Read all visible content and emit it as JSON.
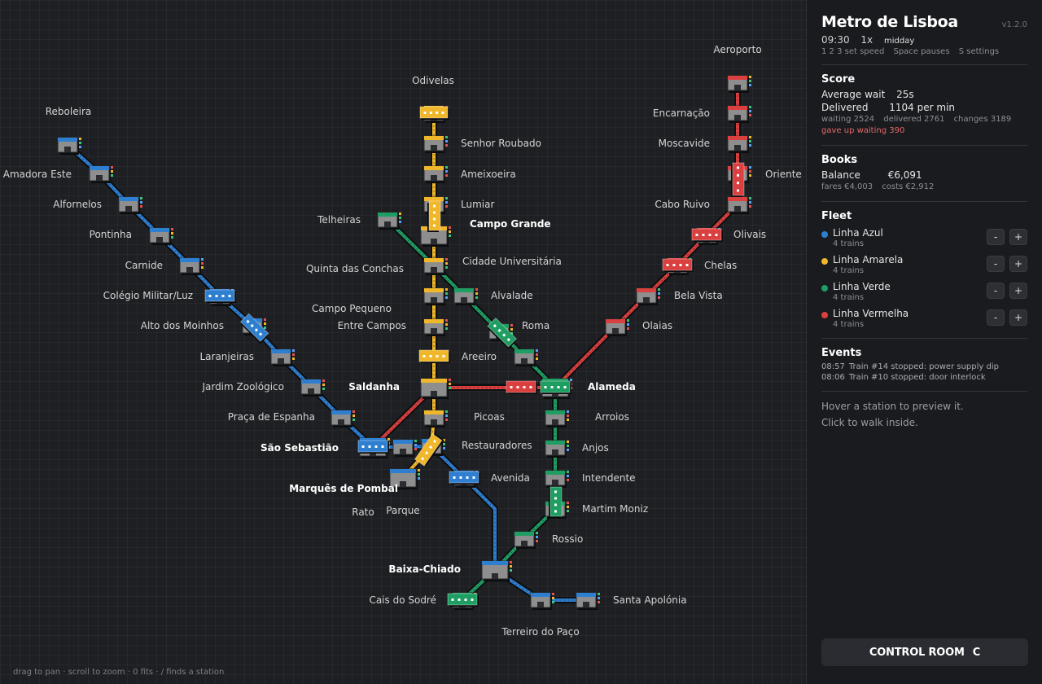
{
  "map": {
    "hint": [
      "drag to pan",
      "scroll to zoom",
      "0 fits",
      "/ finds a station"
    ],
    "colors": {
      "azul": "#2f7fd1",
      "amarela": "#f0b72a",
      "verde": "#1f9e63",
      "vermelha": "#d9403f",
      "station_body": "#8e8e8e",
      "station_roof": "#5a5d63"
    },
    "lines": [
      {
        "id": "azul",
        "stations": [
          "Reboleira",
          "Amadora Este",
          "Alfornelos",
          "Pontinha",
          "Carnide",
          "Colégio Militar/Luz",
          "Alto dos Moinhos",
          "Laranjeiras",
          "Jardim Zoológico",
          "Praça de Espanha",
          "São Sebastião",
          "Parque",
          "Marquês de Pombal",
          "Avenida",
          "Restauradores",
          "Baixa-Chiado",
          "Terreiro do Paço",
          "Santa Apolónia"
        ]
      },
      {
        "id": "amarela",
        "stations": [
          "Odivelas",
          "Senhor Roubado",
          "Ameixoeira",
          "Lumiar",
          "Quinta das Conchas",
          "Campo Grande",
          "Cidade Universitária",
          "Entre Campos",
          "Campo Pequeno",
          "Saldanha",
          "Picoas",
          "Marquês de Pombal",
          "Rato"
        ]
      },
      {
        "id": "verde",
        "stations": [
          "Telheiras",
          "Campo Grande",
          "Alvalade",
          "Roma",
          "Areeiro",
          "Alameda",
          "Arroios",
          "Anjos",
          "Intendente",
          "Martim Moniz",
          "Rossio",
          "Baixa-Chiado",
          "Cais do Sodré"
        ]
      },
      {
        "id": "vermelha",
        "stations": [
          "Aeroporto",
          "Encarnação",
          "Moscavide",
          "Oriente",
          "Cabo Ruivo",
          "Olivais",
          "Chelas",
          "Bela Vista",
          "Olaias",
          "Alameda",
          "Saldanha",
          "São Sebastião"
        ]
      }
    ],
    "stations": [
      {
        "name": "Reboleira",
        "major": false
      },
      {
        "name": "Amadora Este",
        "major": false
      },
      {
        "name": "Alfornelos",
        "major": false
      },
      {
        "name": "Pontinha",
        "major": false
      },
      {
        "name": "Carnide",
        "major": false
      },
      {
        "name": "Colégio Militar/Luz",
        "major": false
      },
      {
        "name": "Alto dos Moinhos",
        "major": false
      },
      {
        "name": "Laranjeiras",
        "major": false
      },
      {
        "name": "Jardim Zoológico",
        "major": false
      },
      {
        "name": "Praça de Espanha",
        "major": false
      },
      {
        "name": "São Sebastião",
        "major": true
      },
      {
        "name": "Parque",
        "major": false
      },
      {
        "name": "Marquês de Pombal",
        "major": true
      },
      {
        "name": "Rato",
        "major": false
      },
      {
        "name": "Avenida",
        "major": false
      },
      {
        "name": "Restauradores",
        "major": false
      },
      {
        "name": "Baixa-Chiado",
        "major": true
      },
      {
        "name": "Terreiro do Paço",
        "major": false
      },
      {
        "name": "Santa Apolónia",
        "major": false
      },
      {
        "name": "Cais do Sodré",
        "major": false
      },
      {
        "name": "Rossio",
        "major": false
      },
      {
        "name": "Martim Moniz",
        "major": false
      },
      {
        "name": "Intendente",
        "major": false
      },
      {
        "name": "Anjos",
        "major": false
      },
      {
        "name": "Arroios",
        "major": false
      },
      {
        "name": "Alameda",
        "major": true
      },
      {
        "name": "Areeiro",
        "major": false
      },
      {
        "name": "Roma",
        "major": false
      },
      {
        "name": "Alvalade",
        "major": false
      },
      {
        "name": "Telheiras",
        "major": false
      },
      {
        "name": "Campo Grande",
        "major": true
      },
      {
        "name": "Cidade Universitária",
        "major": false
      },
      {
        "name": "Quinta das Conchas",
        "major": false
      },
      {
        "name": "Lumiar",
        "major": false
      },
      {
        "name": "Ameixoeira",
        "major": false
      },
      {
        "name": "Senhor Roubado",
        "major": false
      },
      {
        "name": "Odivelas",
        "major": false
      },
      {
        "name": "Campo Pequeno",
        "major": false
      },
      {
        "name": "Entre Campos",
        "major": false
      },
      {
        "name": "Saldanha",
        "major": true
      },
      {
        "name": "Picoas",
        "major": false
      },
      {
        "name": "Olaias",
        "major": false
      },
      {
        "name": "Bela Vista",
        "major": false
      },
      {
        "name": "Chelas",
        "major": false
      },
      {
        "name": "Olivais",
        "major": false
      },
      {
        "name": "Cabo Ruivo",
        "major": false
      },
      {
        "name": "Oriente",
        "major": false
      },
      {
        "name": "Moscavide",
        "major": false
      },
      {
        "name": "Encarnação",
        "major": false
      },
      {
        "name": "Aeroporto",
        "major": false
      }
    ]
  },
  "panel": {
    "title": "Metro de Lisboa",
    "version": "v1.2.0",
    "time": "09:30",
    "speed": "1x",
    "phase": "midday",
    "hints": [
      "1 2 3 set speed",
      "Space pauses",
      "S settings"
    ],
    "score": {
      "title": "Score",
      "avg_wait_label": "Average wait",
      "avg_wait": "25s",
      "delivered_label": "Delivered",
      "delivered": "1104 per min",
      "waiting": "waiting 2524",
      "delivered_total": "delivered 2761",
      "changes": "changes 3189",
      "gave_up": "gave up waiting 390"
    },
    "books": {
      "title": "Books",
      "balance_label": "Balance",
      "balance": "€6,091",
      "fares": "fares €4,003",
      "costs": "costs €2,912"
    },
    "fleet": {
      "title": "Fleet",
      "lines": [
        {
          "name": "Linha Azul",
          "trains": "4 trains",
          "color": "#2f7fd1"
        },
        {
          "name": "Linha Amarela",
          "trains": "4 trains",
          "color": "#f0b72a"
        },
        {
          "name": "Linha Verde",
          "trains": "4 trains",
          "color": "#1f9e63"
        },
        {
          "name": "Linha Vermelha",
          "trains": "4 trains",
          "color": "#d9403f"
        }
      ],
      "minus": "-",
      "plus": "+"
    },
    "events": {
      "title": "Events",
      "items": [
        {
          "time": "08:57",
          "text": "Train #14 stopped: power supply dip"
        },
        {
          "time": "08:06",
          "text": "Train #10 stopped: door interlock"
        }
      ]
    },
    "hover_hint_1": "Hover a station to preview it.",
    "hover_hint_2": "Click to walk inside.",
    "control_room": "CONTROL ROOM",
    "control_key": "C"
  }
}
